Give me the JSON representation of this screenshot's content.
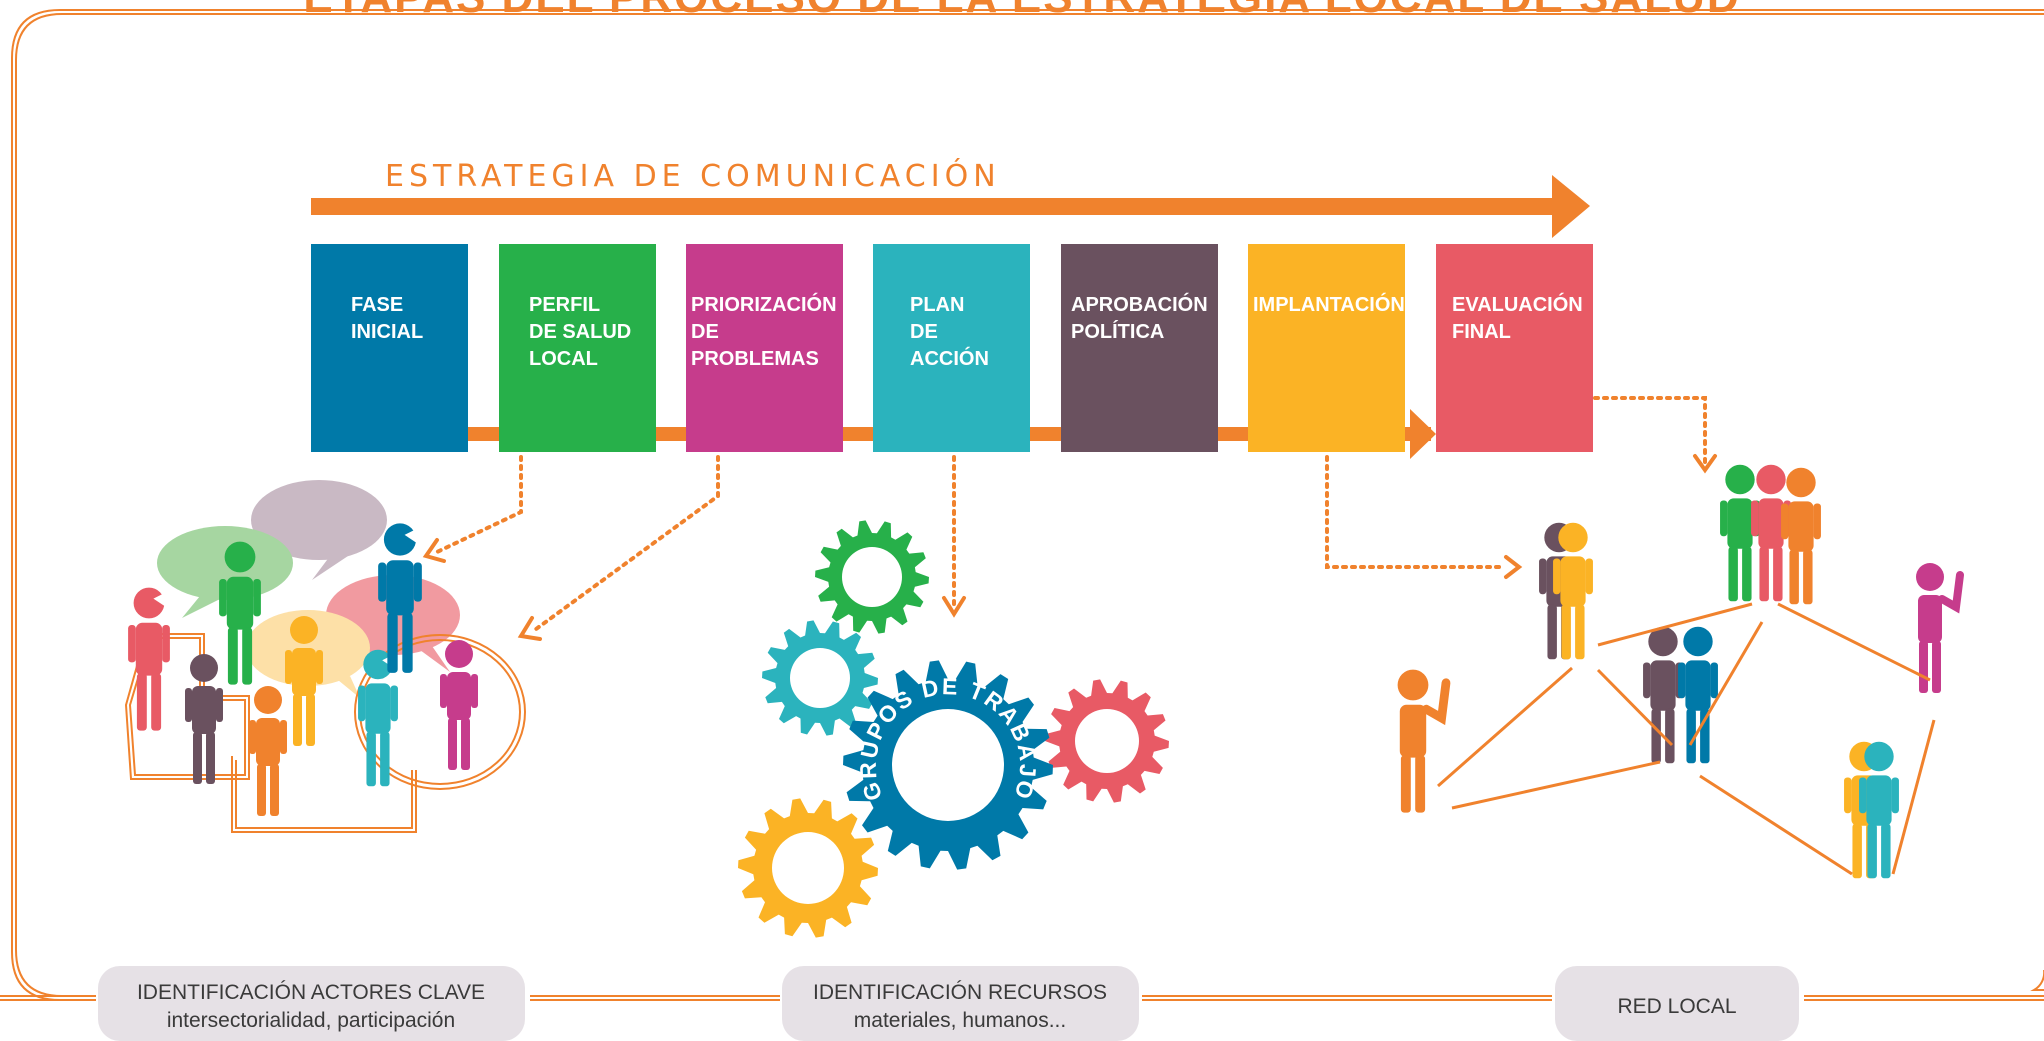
{
  "title": "ETAPAS DEL PROCESO DE LA ESTRATEGIA LOCAL DE SALUD",
  "strategy_label": "ESTRATEGIA DE COMUNICACIÓN",
  "phases": [
    {
      "lines": [
        "FASE",
        "INICIAL"
      ],
      "color": "#0079a8"
    },
    {
      "lines": [
        "PERFIL",
        "DE SALUD",
        "LOCAL"
      ],
      "color": "#27b04a"
    },
    {
      "lines": [
        "PRIORIZACIÓN",
        "DE",
        "PROBLEMAS"
      ],
      "color": "#c63c8c"
    },
    {
      "lines": [
        "PLAN",
        "DE",
        "ACCIÓN"
      ],
      "color": "#2bb3bd"
    },
    {
      "lines": [
        "APROBACIÓN",
        "POLÍTICA"
      ],
      "color": "#6a515f"
    },
    {
      "lines": [
        "IMPLANTACIÓN"
      ],
      "color": "#fbb325"
    },
    {
      "lines": [
        "EVALUACIÓN",
        "FINAL"
      ],
      "color": "#e85a65"
    }
  ],
  "gear_label": "GRUPOS DE TRABAJO",
  "captions": [
    {
      "line1": "IDENTIFICACIÓN ACTORES CLAVE",
      "line2": "intersectorialidad, participación"
    },
    {
      "line1": "IDENTIFICACIÓN RECURSOS",
      "line2": "materiales, humanos..."
    },
    {
      "line1": "RED LOCAL",
      "line2": ""
    }
  ],
  "colors": {
    "accent": "#f0822d",
    "caption_bg": "#e6e1e6",
    "blue": "#0079a8",
    "green": "#27b04a",
    "magenta": "#c63c8c",
    "teal": "#2bb3bd",
    "plum": "#6a515f",
    "yellow": "#fbb325",
    "red": "#e85a65",
    "orange": "#f0822d"
  },
  "icons": [
    "person-icon",
    "speech-bubble-icon",
    "gear-icon",
    "arrow-icon",
    "network-line-icon"
  ]
}
